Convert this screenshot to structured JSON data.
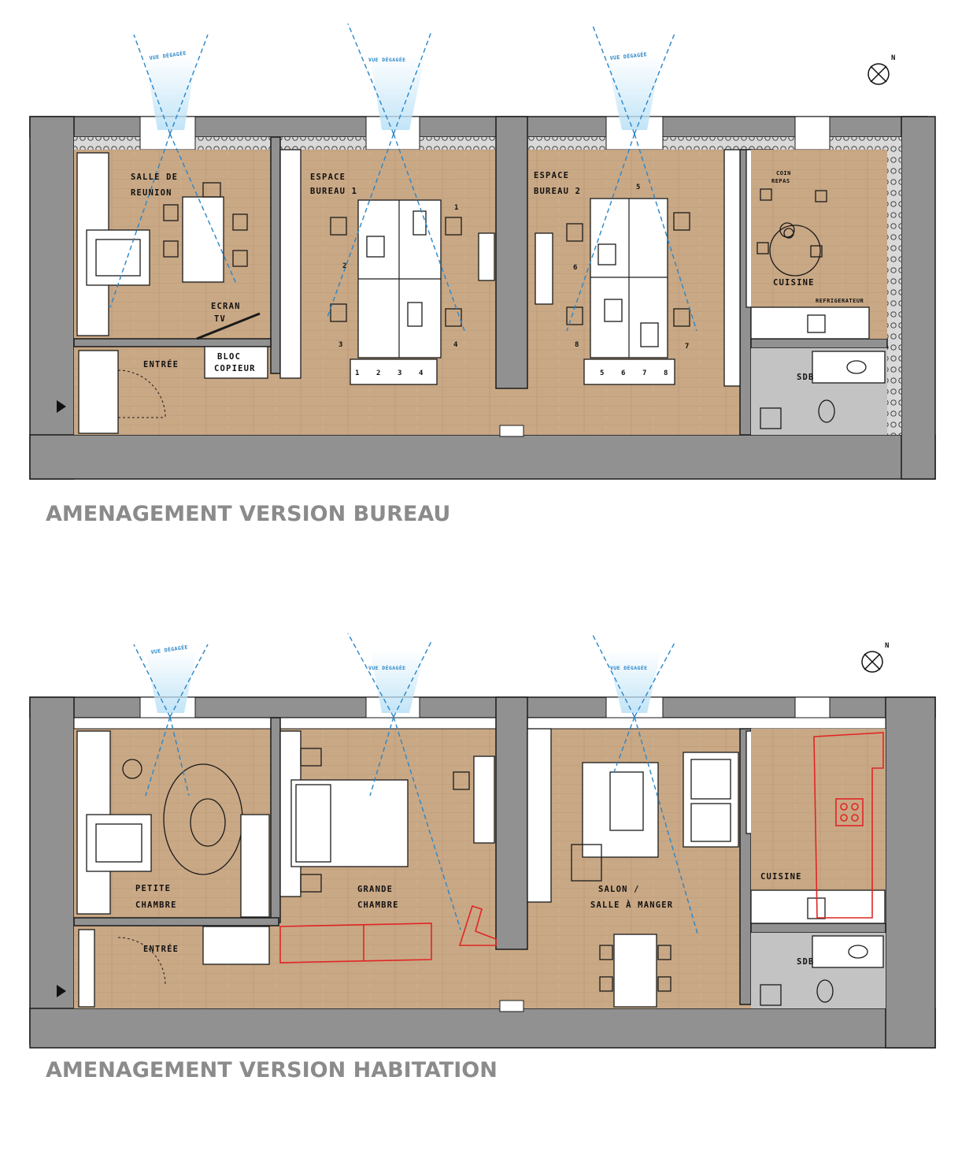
{
  "plans": [
    {
      "title": "AMENAGEMENT VERSION BUREAU",
      "compass": "N",
      "view_label": "VUE DÉGAGÉE",
      "rooms": {
        "meeting_line1": "SALLE DE",
        "meeting_line2": "REUNION",
        "office1_line1": "ESPACE",
        "office1_line2": "BUREAU 1",
        "office2_line1": "ESPACE",
        "office2_line2": "BUREAU 2",
        "meal_line1": "COIN",
        "meal_line2": "REPAS",
        "kitchen": "CUISINE",
        "fridge": "REFRIGERATEUR",
        "screen_line1": "ECRAN",
        "screen_line2": "TV",
        "copier_line1": "BLOC",
        "copier_line2": "COPIEUR",
        "entrance": "ENTRÉE",
        "bathroom": "SDB"
      },
      "desk_numbers_1": [
        "1",
        "2",
        "3",
        "4"
      ],
      "desk_numbers_2": [
        "5",
        "6",
        "7",
        "8"
      ]
    },
    {
      "title": "AMENAGEMENT VERSION HABITATION",
      "compass": "N",
      "view_label": "VUE DÉGAGÉE",
      "rooms": {
        "small_bedroom_line1": "PETITE",
        "small_bedroom_line2": "CHAMBRE",
        "big_bedroom_line1": "GRANDE",
        "big_bedroom_line2": "CHAMBRE",
        "living_line1": "SALON /",
        "living_line2": "SALLE À MANGER",
        "kitchen": "CUISINE",
        "entrance": "ENTRÉE",
        "bathroom": "SDB"
      }
    }
  ],
  "colors": {
    "wall": "#919191",
    "floor": "#c9a885",
    "view_rays": "#2a86c8",
    "new_furniture": "#e02525",
    "title": "#8b8b8b"
  }
}
